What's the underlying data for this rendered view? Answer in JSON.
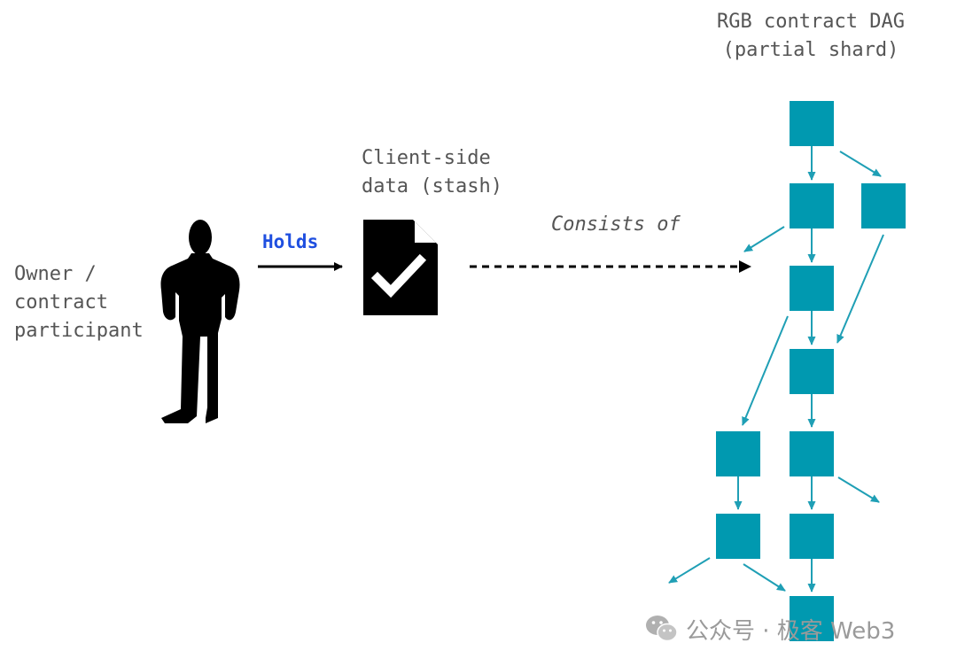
{
  "owner_label": [
    "Owner /",
    "contract",
    "participant"
  ],
  "holds_label": "Holds",
  "stash_label": [
    "Client-side",
    "data (stash)"
  ],
  "consists_label": "Consists of",
  "dag_title": [
    "RGB contract DAG",
    "(partial shard)"
  ],
  "watermark": {
    "icon": "wechat-icon",
    "text": "公众号 · 极客 Web3"
  },
  "colors": {
    "node": "#0099b0",
    "edge": "#1f9fb5",
    "holds": "#1f4fe0",
    "text": "#555555",
    "figure": "#000000"
  },
  "icons": {
    "person": "person-silhouette-icon",
    "document": "document-check-icon"
  }
}
